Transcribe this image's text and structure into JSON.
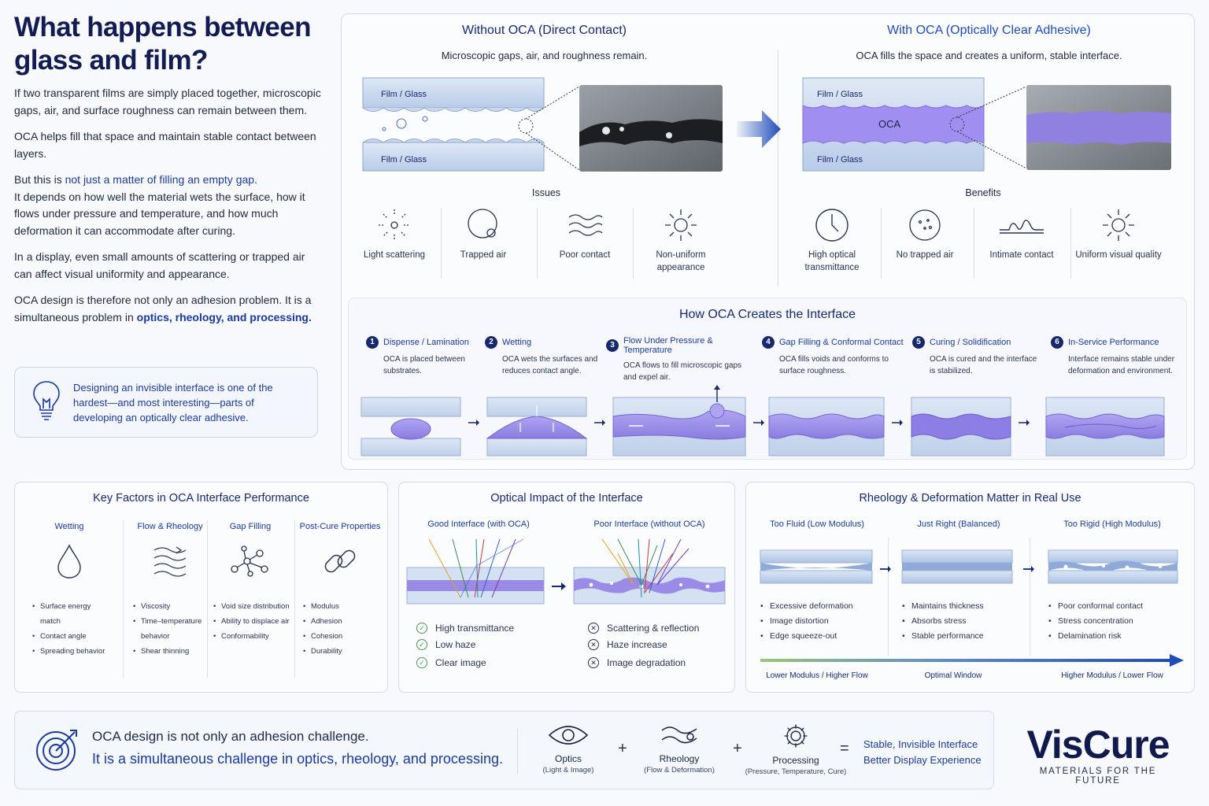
{
  "intro": {
    "title": "What happens between glass and film?",
    "p1": "If two transparent films are simply placed together, microscopic gaps, air, and surface roughness can remain between them.",
    "p2": "OCA helps fill that space and maintain stable contact between layers.",
    "p3_lead": "But this is ",
    "p3_highlight": "not just a matter of filling an empty gap.",
    "p3_rest": "It depends on how well the material wets the surface, how it flows under pressure and temperature, and how much deformation it can accommodate after curing.",
    "p4": "In a display, even small amounts of scattering or trapped air can affect visual uniformity and appearance.",
    "p5_lead": "OCA design is therefore not only an adhesion problem. It is a simultaneous problem in ",
    "p5_highlight": "optics, rheology, and processing.",
    "callout": "Designing an invisible interface is one of the hardest—and most interesting—parts of developing an optically clear adhesive."
  },
  "without": {
    "title": "Without OCA (Direct Contact)",
    "subtitle": "Microscopic gaps, air, and roughness remain.",
    "layer_top": "Film / Glass",
    "layer_bottom": "Film / Glass",
    "section": "Issues",
    "items": [
      {
        "icon": "light-scattering-icon",
        "label": "Light scattering"
      },
      {
        "icon": "trapped-air-icon",
        "label": "Trapped air"
      },
      {
        "icon": "poor-contact-icon",
        "label": "Poor contact"
      },
      {
        "icon": "non-uniform-icon",
        "label": "Non-uniform appearance"
      }
    ]
  },
  "with": {
    "title": "With OCA (Optically Clear Adhesive)",
    "subtitle": "OCA fills the space and creates a uniform, stable interface.",
    "layer_top": "Film / Glass",
    "layer_mid": "OCA",
    "layer_bottom": "Film / Glass",
    "section": "Benefits",
    "items": [
      {
        "icon": "transmittance-icon",
        "label": "High optical transmittance"
      },
      {
        "icon": "no-air-icon",
        "label": "No trapped air"
      },
      {
        "icon": "intimate-contact-icon",
        "label": "Intimate contact"
      },
      {
        "icon": "uniform-quality-icon",
        "label": "Uniform visual quality"
      }
    ]
  },
  "process": {
    "title": "How OCA Creates the Interface",
    "steps": [
      {
        "num": "1",
        "title": "Dispense / Lamination",
        "desc": "OCA is placed between substrates."
      },
      {
        "num": "2",
        "title": "Wetting",
        "desc": "OCA wets the surfaces and reduces contact angle."
      },
      {
        "num": "3",
        "title": "Flow Under Pressure & Temperature",
        "desc": "OCA flows to fill microscopic gaps and expel air."
      },
      {
        "num": "4",
        "title": "Gap Filling & Conformal Contact",
        "desc": "OCA fills voids and conforms to surface roughness."
      },
      {
        "num": "5",
        "title": "Curing / Solidification",
        "desc": "OCA is cured and the interface is stabilized."
      },
      {
        "num": "6",
        "title": "In-Service Performance",
        "desc": "Interface remains stable under deformation and environment."
      }
    ]
  },
  "factors": {
    "title": "Key Factors in OCA Interface Performance",
    "columns": [
      {
        "title": "Wetting",
        "icon": "droplet-icon",
        "items": [
          "Surface energy match",
          "Contact angle",
          "Spreading behavior"
        ]
      },
      {
        "title": "Flow & Rheology",
        "icon": "flow-icon",
        "items": [
          "Viscosity",
          "Time–temperature behavior",
          "Shear thinning"
        ]
      },
      {
        "title": "Gap Filling",
        "icon": "network-icon",
        "items": [
          "Void size distribution",
          "Ability to displace air",
          "Conformability"
        ]
      },
      {
        "title": "Post-Cure Properties",
        "icon": "chain-link-icon",
        "items": [
          "Modulus",
          "Adhesion",
          "Cohesion",
          "Durability"
        ]
      }
    ]
  },
  "optical": {
    "title": "Optical Impact of the Interface",
    "good_title": "Good Interface (with OCA)",
    "poor_title": "Poor Interface (without OCA)",
    "good": [
      "High transmittance",
      "Low haze",
      "Clear image"
    ],
    "poor": [
      "Scattering & reflection",
      "Haze increase",
      "Image degradation"
    ]
  },
  "rheology": {
    "title": "Rheology & Deformation Matter in Real Use",
    "cols": [
      {
        "title": "Too Fluid (Low Modulus)",
        "items": [
          "Excessive deformation",
          "Image distortion",
          "Edge squeeze-out"
        ]
      },
      {
        "title": "Just Right (Balanced)",
        "items": [
          "Maintains thickness",
          "Absorbs stress",
          "Stable performance"
        ]
      },
      {
        "title": "Too Rigid (High Modulus)",
        "items": [
          "Poor conformal contact",
          "Stress concentration",
          "Delamination risk"
        ]
      }
    ],
    "scale": [
      "Lower Modulus / Higher Flow",
      "Optimal Window",
      "Higher Modulus / Lower Flow"
    ]
  },
  "footer": {
    "line1": "OCA design is not only an adhesion challenge.",
    "line2": "It is a simultaneous challenge in optics, rheology, and processing.",
    "terms": [
      {
        "icon": "eye-icon",
        "label": "Optics",
        "sub": "(Light & Image)"
      },
      {
        "icon": "rheology-icon",
        "label": "Rheology",
        "sub": "(Flow & Deformation)"
      },
      {
        "icon": "gear-icon",
        "label": "Processing",
        "sub": "(Pressure, Temperature, Cure)"
      }
    ],
    "plus": "+",
    "equals": "=",
    "result1": "Stable, Invisible Interface",
    "result2": "Better Display Experience"
  },
  "brand": {
    "name": "VisCure",
    "tagline": "MATERIALS FOR THE FUTURE"
  },
  "colors": {
    "navy": "#16296e",
    "accent": "#1f4cb8",
    "oca": "#9b8ee6",
    "glass": "#c9d8ee"
  }
}
